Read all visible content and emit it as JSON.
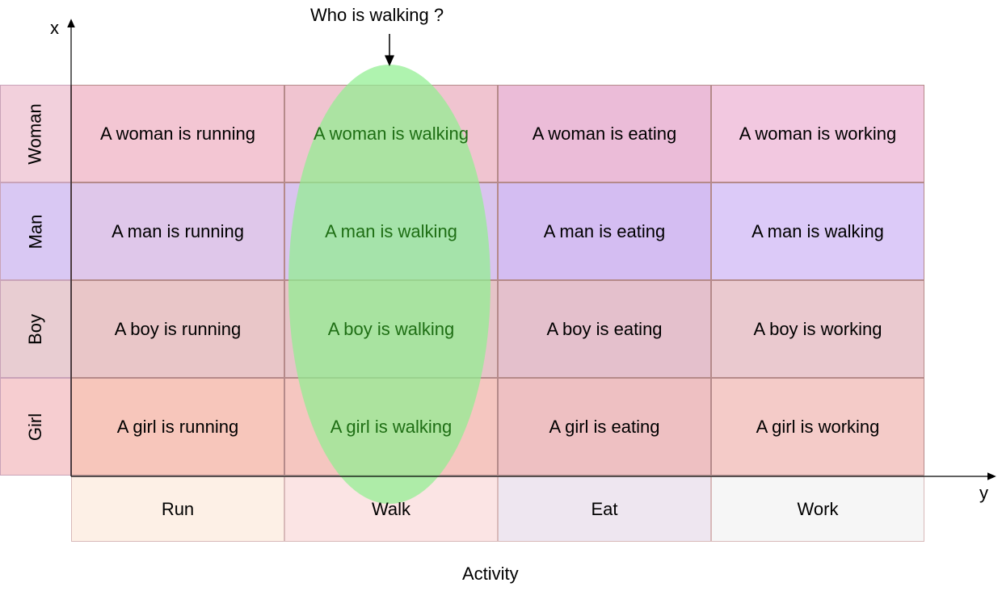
{
  "question": "Who is walking ?",
  "axes": {
    "x_label": "x",
    "y_label": "y",
    "activity_label": "Activity"
  },
  "rows": [
    {
      "label": "Woman",
      "color": "#f2d0dc",
      "cell_color": "#f3c6d3"
    },
    {
      "label": "Man",
      "color": "#d9c8f3",
      "cell_color": "#dcc8ea"
    },
    {
      "label": "Boy",
      "color": "#e8cdd2",
      "cell_color": "#e9c6c8"
    },
    {
      "label": "Girl",
      "color": "#f6cdd0",
      "cell_color": "#f7c6c0"
    }
  ],
  "columns": [
    {
      "label": "Run",
      "color": "#fdf0e6"
    },
    {
      "label": "Walk",
      "color": "#fbe4e4"
    },
    {
      "label": "Eat",
      "color": "#eee6f0"
    },
    {
      "label": "Work",
      "color": "#f6f6f6"
    }
  ],
  "cells": [
    [
      "A woman is running",
      "A woman is walking",
      "A woman is eating",
      "A woman is working"
    ],
    [
      "A man is running",
      "A man is walking",
      "A man is eating",
      "A man is walking"
    ],
    [
      "A boy is running",
      "A boy is walking",
      "A boy is eating",
      "A boy is working"
    ],
    [
      "A girl is running",
      "A girl is walking",
      "A girl is eating",
      "A girl is working"
    ]
  ],
  "cell_colors": [
    [
      "#f3c6d3",
      "#f0c4d0",
      "#ebbcd8",
      "#f2c8e0"
    ],
    [
      "#dfc7ea",
      "#d9c4ee",
      "#d4bdf2",
      "#dccaf8"
    ],
    [
      "#e9c6c8",
      "#e6c4c8",
      "#e4c0cc",
      "#eac9cf"
    ],
    [
      "#f7c6bb",
      "#f5c6c0",
      "#eec0c2",
      "#f4cbc8"
    ]
  ],
  "highlight": {
    "column": 1,
    "color": "#90ee90"
  }
}
